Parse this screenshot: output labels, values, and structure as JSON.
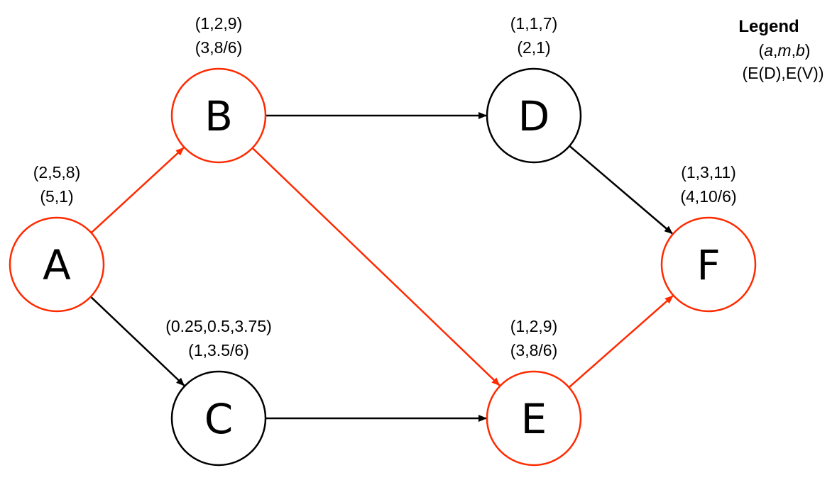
{
  "colors": {
    "critical": "#ff2a00",
    "normal": "#000000",
    "background": "#ffffff"
  },
  "legend": {
    "title": "Legend",
    "line1": [
      "a",
      ",",
      "m",
      ",",
      "b"
    ],
    "line1_open": "(",
    "line1_close": ")",
    "line2": "(E(D),E(V))"
  },
  "nodes": [
    {
      "id": "A",
      "label": "A",
      "estimates": "(2,5,8)",
      "expectation": "(5,1)",
      "critical": true
    },
    {
      "id": "B",
      "label": "B",
      "estimates": "(1,2,9)",
      "expectation": "(3,8/6)",
      "critical": true
    },
    {
      "id": "C",
      "label": "C",
      "estimates": "(0.25,0.5,3.75)",
      "expectation": "(1,3.5/6)",
      "critical": false
    },
    {
      "id": "D",
      "label": "D",
      "estimates": "(1,1,7)",
      "expectation": "(2,1)",
      "critical": false
    },
    {
      "id": "E",
      "label": "E",
      "estimates": "(1,2,9)",
      "expectation": "(3,8/6)",
      "critical": true
    },
    {
      "id": "F",
      "label": "F",
      "estimates": "(1,3,11)",
      "expectation": "(4,10/6)",
      "critical": true
    }
  ],
  "edges": [
    {
      "from": "A",
      "to": "B",
      "critical": true
    },
    {
      "from": "A",
      "to": "C",
      "critical": false
    },
    {
      "from": "B",
      "to": "D",
      "critical": false
    },
    {
      "from": "B",
      "to": "E",
      "critical": true
    },
    {
      "from": "C",
      "to": "E",
      "critical": false
    },
    {
      "from": "D",
      "to": "F",
      "critical": false
    },
    {
      "from": "E",
      "to": "F",
      "critical": true
    }
  ]
}
